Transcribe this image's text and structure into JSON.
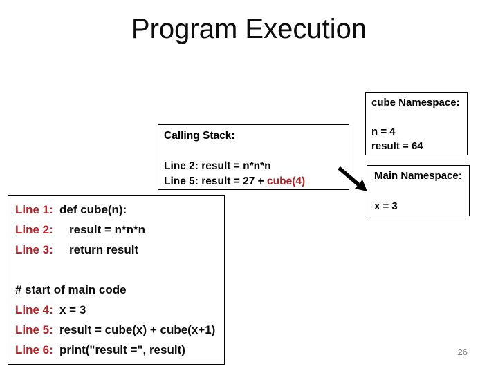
{
  "slide": {
    "title": "Program Execution",
    "page_number": "26"
  },
  "cube_namespace_box": {
    "title": "cube Namespace:",
    "entries": [
      "n = 4",
      "result = 64"
    ]
  },
  "calling_stack_box": {
    "title": "Calling Stack:",
    "lines": [
      {
        "prefix": "Line 2: result = n*n*n",
        "highlight": ""
      },
      {
        "prefix": "Line 5: result = 27 + ",
        "highlight": "cube(4)"
      }
    ]
  },
  "main_namespace_box": {
    "title": "Main Namespace:",
    "entries": [
      "x = 3"
    ]
  },
  "code_box": {
    "lines": [
      {
        "label": "Line 1:",
        "code": "def cube(n):",
        "indent": 0
      },
      {
        "label": "Line 2:",
        "code": "result = n*n*n",
        "indent": 1
      },
      {
        "label": "Line 3:",
        "code": "return result",
        "indent": 1
      },
      {
        "label": "",
        "code": "",
        "indent": 0
      },
      {
        "label": "",
        "code": "# start of main code",
        "indent": 0
      },
      {
        "label": "Line 4:",
        "code": "x = 3",
        "indent": 0
      },
      {
        "label": "Line 5:",
        "code": "result = cube(x) + cube(x+1)",
        "indent": 0
      },
      {
        "label": "Line 6:",
        "code": "print(\"result =\", result)",
        "indent": 0
      }
    ]
  },
  "colors": {
    "accent_red": "#b32025",
    "text_black": "#0d0d0d",
    "page_number_gray": "#7f7f7f",
    "box_border": "#000000",
    "background": "#ffffff"
  }
}
